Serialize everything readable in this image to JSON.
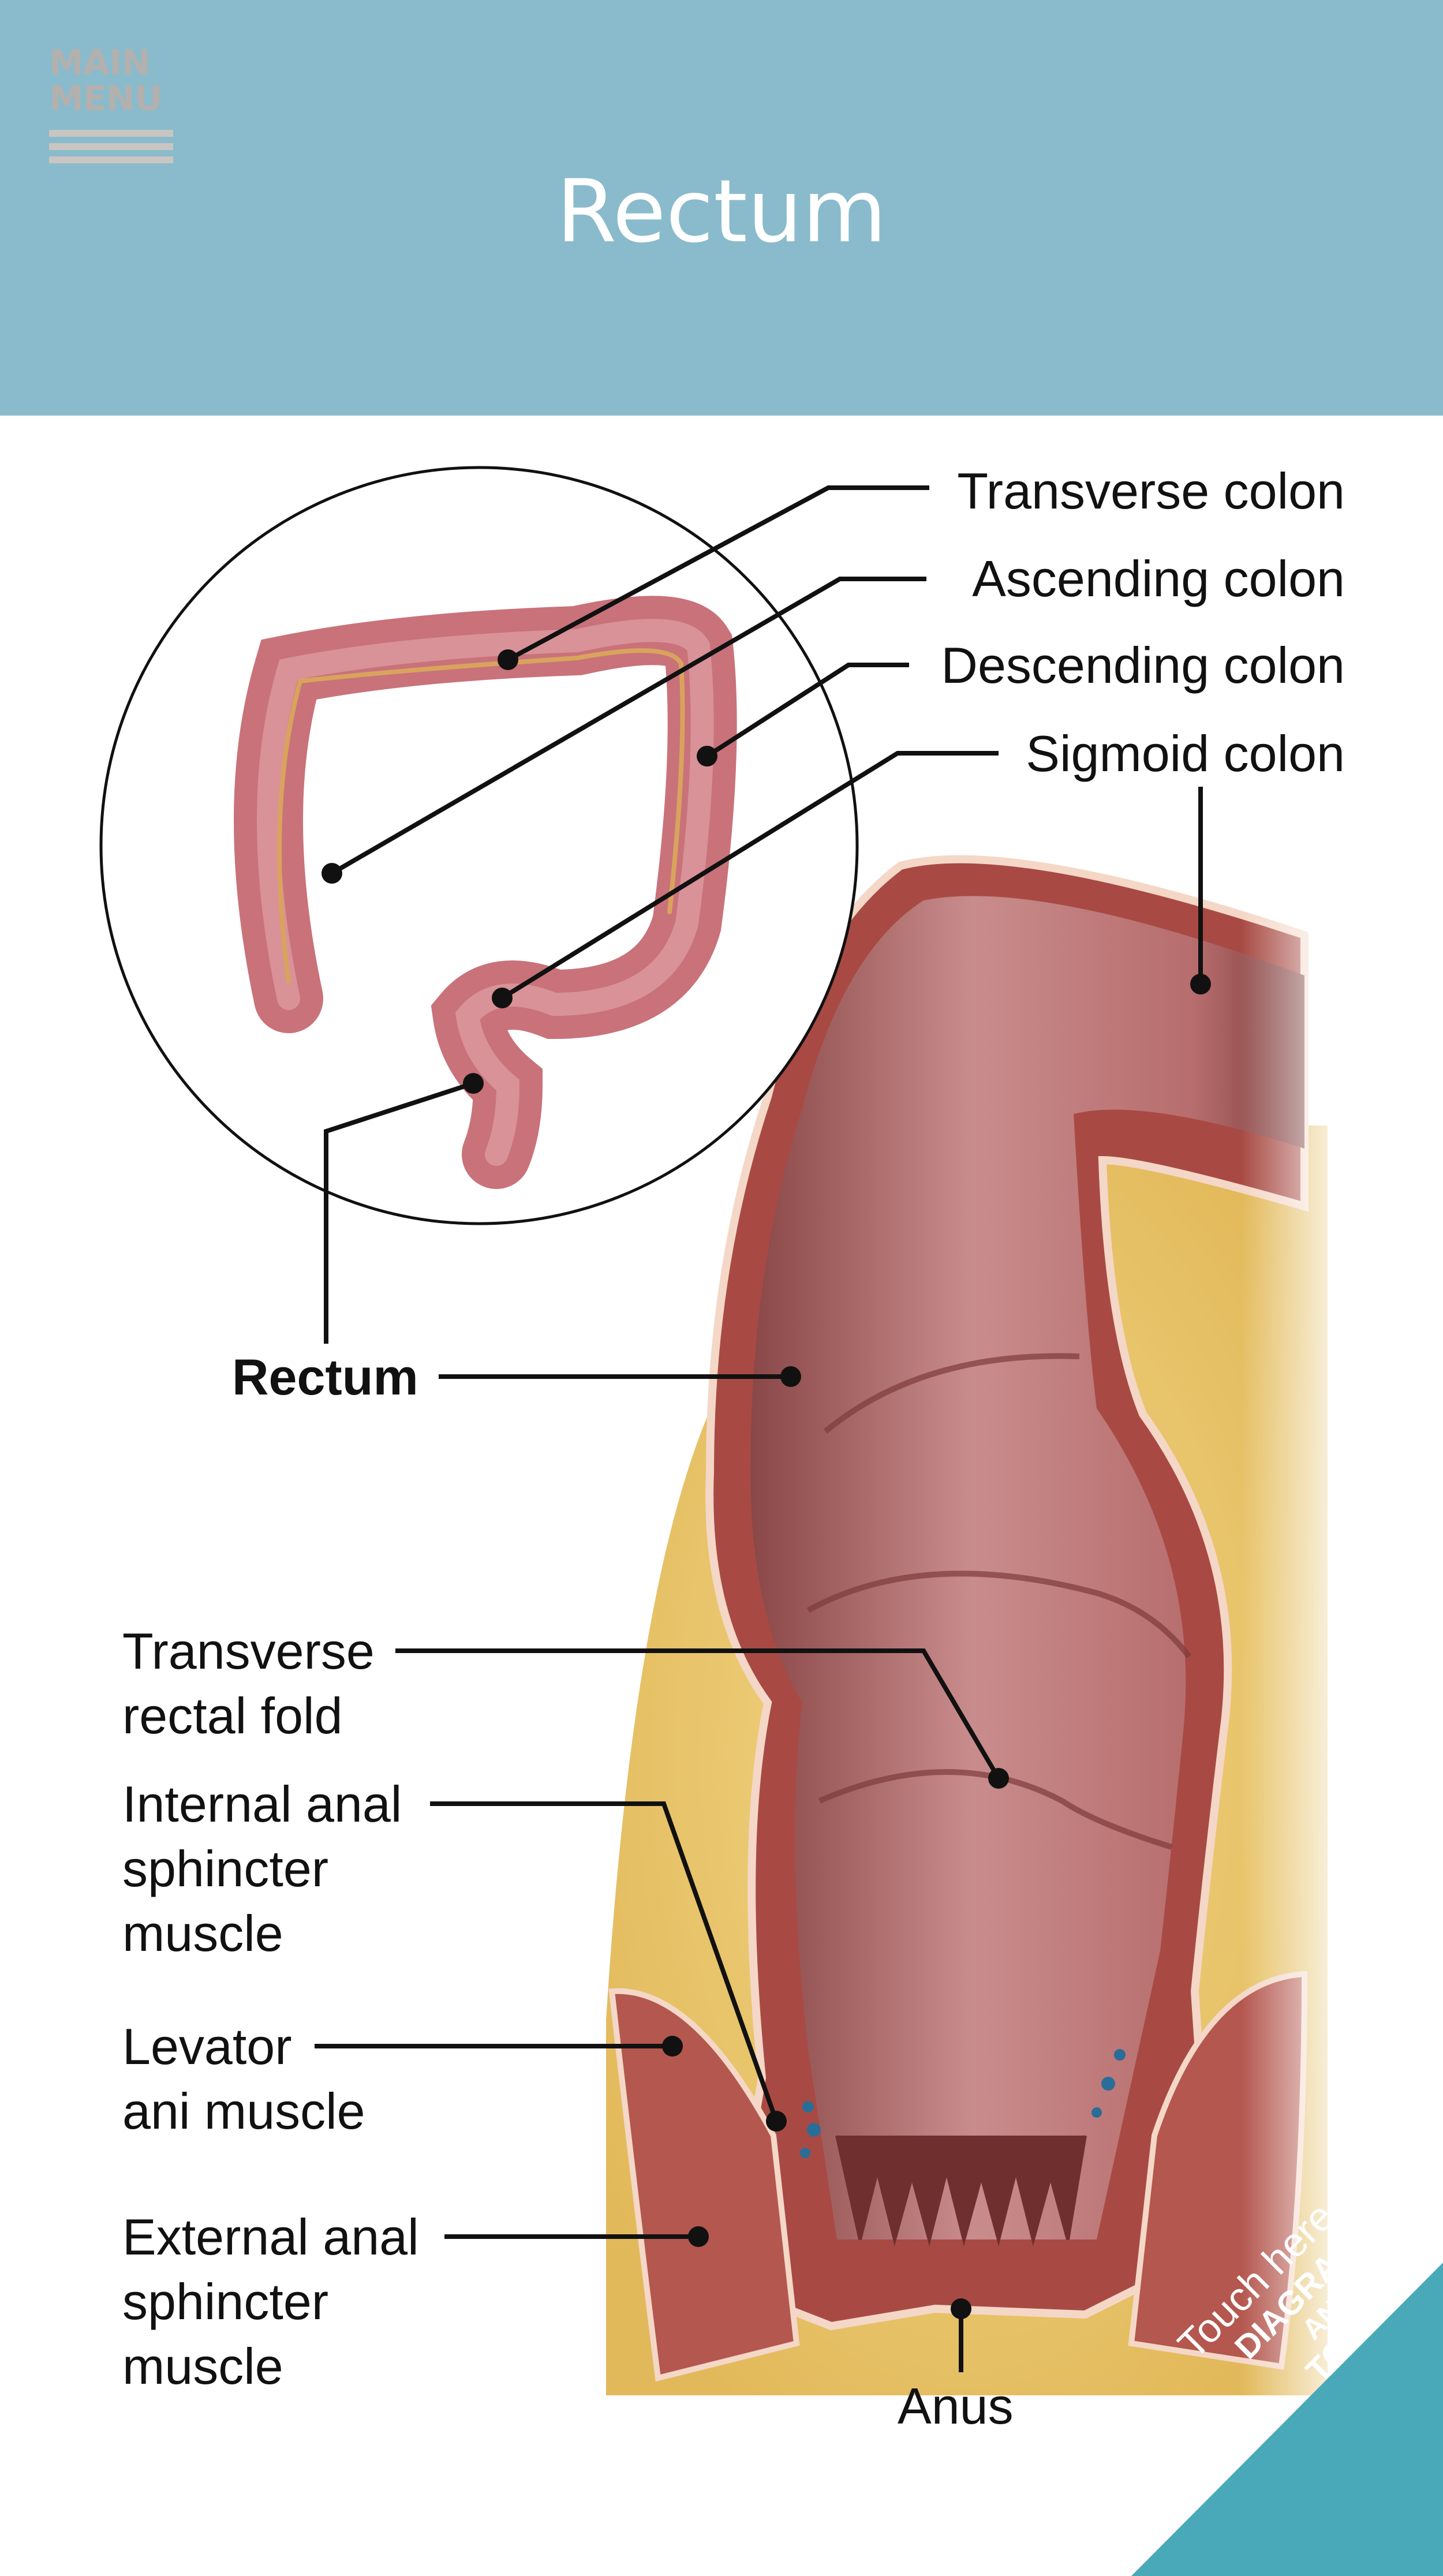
{
  "header": {
    "menu_line1": "MAIN",
    "menu_line2": "MENU",
    "title": "Rectum"
  },
  "labels": {
    "transverse_colon": "Transverse colon",
    "ascending_colon": "Ascending colon",
    "descending_colon": "Descending colon",
    "sigmoid_colon": "Sigmoid colon",
    "rectum": "Rectum",
    "transverse_rectal_fold": [
      "Transverse",
      "rectal fold"
    ],
    "internal_anal_sphincter": [
      "Internal anal",
      "sphincter",
      "muscle"
    ],
    "levator_ani": [
      "Levator",
      "ani muscle"
    ],
    "external_anal_sphincter": [
      "External anal",
      "sphincter",
      "muscle"
    ],
    "anus": "Anus"
  },
  "corner_button": {
    "line1": "Touch here for",
    "line2": "DIAGRAMS",
    "line3": "AND",
    "line4": "TOOLS"
  },
  "colors": {
    "header_bg": "#89bbcc",
    "corner_bg": "#49a9b9",
    "tissue": "#c77a7a",
    "muscle": "#a84a43",
    "fat": "#e8c870"
  }
}
